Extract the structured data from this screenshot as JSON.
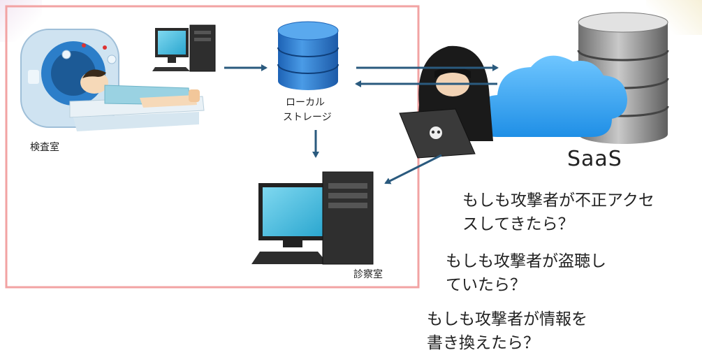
{
  "labels": {
    "exam_room": "検査室",
    "local_storage_line1": "ローカル",
    "local_storage_line2": "ストレージ",
    "consult_room": "診察室",
    "saas": "SaaS"
  },
  "questions": [
    "もしも攻撃者が不正アクセ\nスしてきたら？",
    "もしも攻撃者が盗聴し\nていたら？",
    "もしも攻撃者が情報を\n書き換えたら？"
  ],
  "colors": {
    "boundary": "#f2a3a3",
    "arrow": "#2a5a7e",
    "storage_blue": "#2f7fd0",
    "cloud_blue": "#2aa0ef",
    "server_gray": "#8a8a8a"
  },
  "icons": [
    "mri-scanner-icon",
    "patient-icon",
    "workstation-icon",
    "database-icon",
    "hacker-icon",
    "cloud-icon",
    "server-icon"
  ]
}
